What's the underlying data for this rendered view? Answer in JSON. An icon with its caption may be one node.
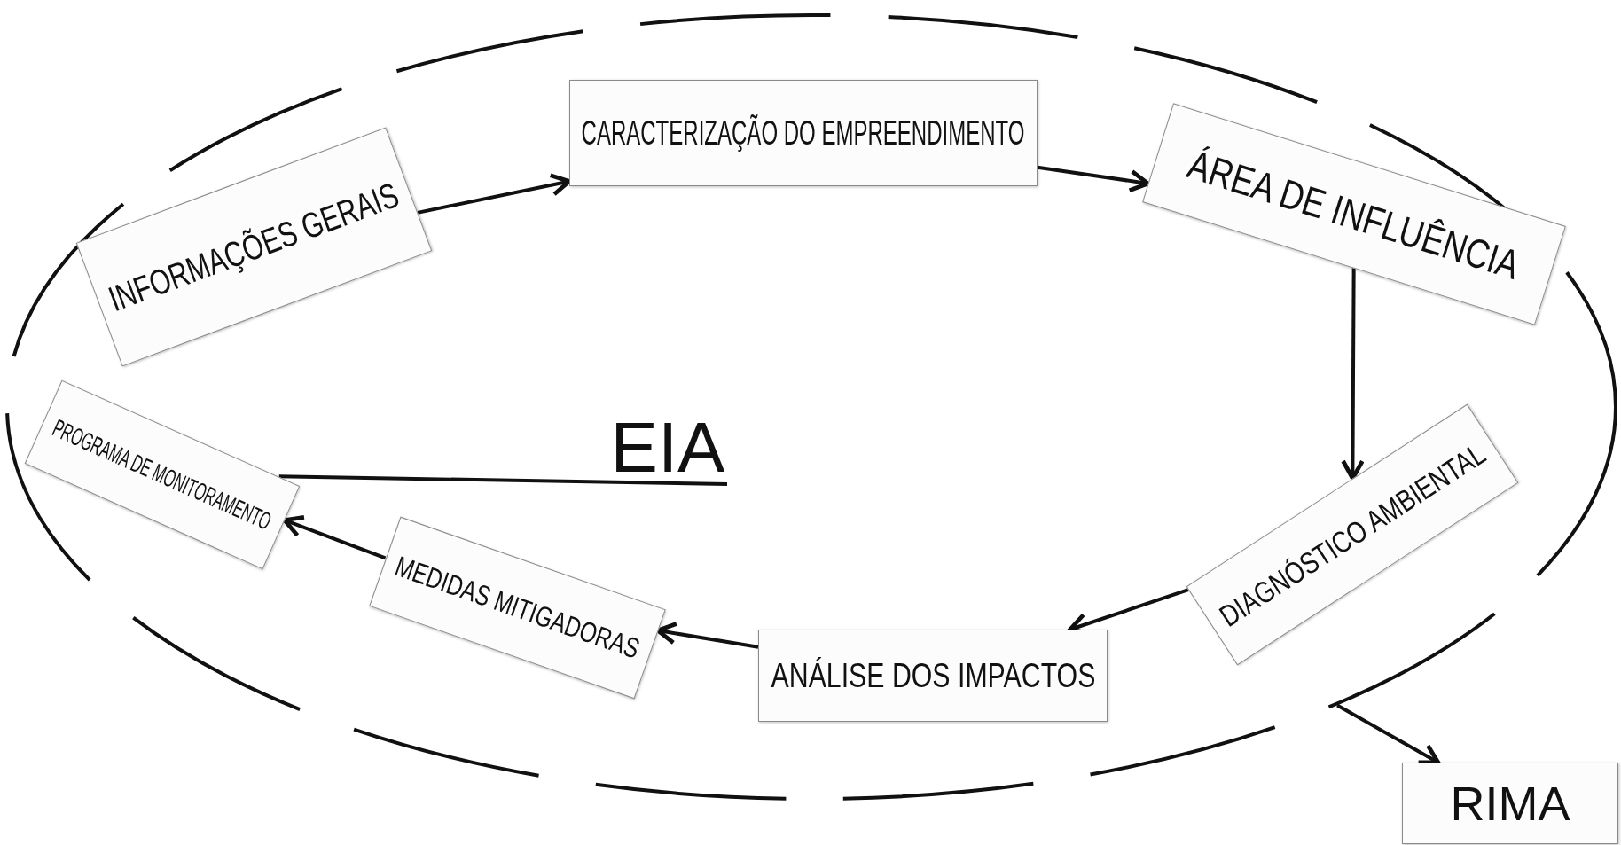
{
  "diagram": {
    "nodes": [
      {
        "text": [],
        "shape": "ellipse"
      },
      {
        "text": [
          "INFORMAÇÕES GERAIS"
        ],
        "in": 0
      },
      {
        "text": [
          "CARACTERIZAÇÃO DO EMPREENDIMENTO"
        ],
        "in": 0
      },
      {
        "text": [
          "ÁREA DE INFLUÊNCIA"
        ],
        "in": 0
      },
      {
        "text": [
          "DIAGNÓSTICO AMBIENTAL"
        ],
        "in": 0
      },
      {
        "text": [
          "ANÁLISE DOS IMPACTOS"
        ],
        "in": 0
      },
      {
        "text": [
          "MEDIDAS MITIGADORAS"
        ],
        "in": 0
      },
      {
        "text": [
          "PROGRAMA DE MONITORAMENTO"
        ],
        "in": 0
      },
      {
        "text": [
          "EIA"
        ],
        "in": 0
      },
      {
        "text": [
          "RIMA"
        ]
      }
    ],
    "edges": [
      {
        "from": 1,
        "to": 2,
        "arrow": "to"
      },
      {
        "from": 2,
        "to": 3,
        "arrow": "to"
      },
      {
        "from": 3,
        "to": 4,
        "arrow": "to"
      },
      {
        "from": 4,
        "to": 5,
        "arrow": "to"
      },
      {
        "from": 5,
        "to": 6,
        "arrow": "to"
      },
      {
        "from": 6,
        "to": 7,
        "arrow": "to"
      },
      {
        "from": 8,
        "to": 7,
        "arrow": "none"
      },
      {
        "from": 0,
        "to": 9,
        "arrow": "to"
      }
    ]
  }
}
